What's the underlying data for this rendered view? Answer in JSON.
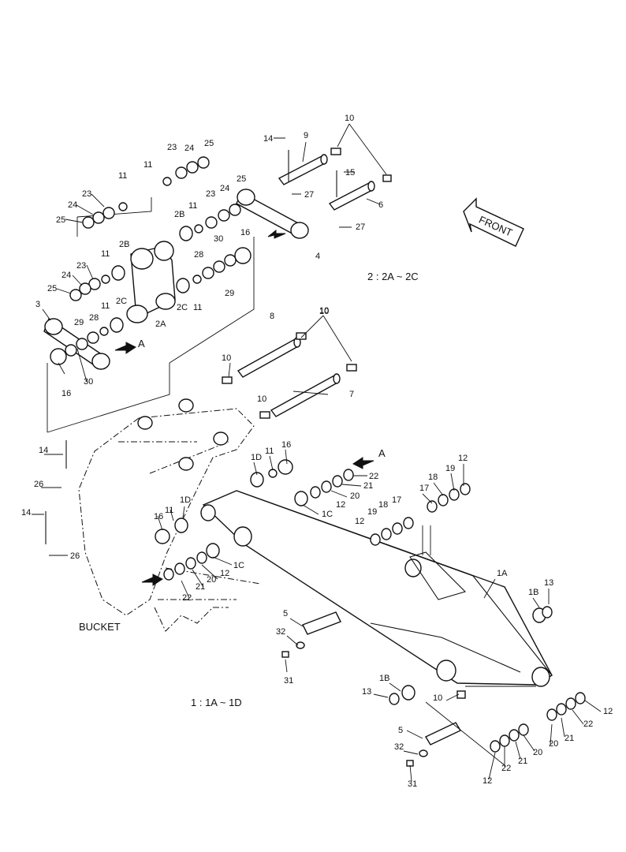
{
  "labels": {
    "front": "FRONT",
    "bucket": "BUCKET",
    "group_arm": "1 : 1A ~ 1D",
    "group_link": "2 : 2A ~ 2C",
    "view_a": "A"
  },
  "callouts": [
    {
      "id": "c01",
      "text": "10"
    },
    {
      "id": "c02",
      "text": "14"
    },
    {
      "id": "c03",
      "text": "9"
    },
    {
      "id": "c04",
      "text": "15"
    },
    {
      "id": "c05",
      "text": "27"
    },
    {
      "id": "c06",
      "text": "6"
    },
    {
      "id": "c07",
      "text": "27"
    },
    {
      "id": "c08",
      "text": "23"
    },
    {
      "id": "c09",
      "text": "24"
    },
    {
      "id": "c10",
      "text": "25"
    },
    {
      "id": "c11",
      "text": "11"
    },
    {
      "id": "c12",
      "text": "11"
    },
    {
      "id": "c13",
      "text": "23"
    },
    {
      "id": "c14",
      "text": "24"
    },
    {
      "id": "c15",
      "text": "25"
    },
    {
      "id": "c16",
      "text": "25"
    },
    {
      "id": "c17",
      "text": "24"
    },
    {
      "id": "c18",
      "text": "23"
    },
    {
      "id": "c19",
      "text": "2B"
    },
    {
      "id": "c20",
      "text": "11"
    },
    {
      "id": "c21",
      "text": "4"
    },
    {
      "id": "c22",
      "text": "2B"
    },
    {
      "id": "c23",
      "text": "11"
    },
    {
      "id": "c24",
      "text": "23"
    },
    {
      "id": "c25",
      "text": "24"
    },
    {
      "id": "c26",
      "text": "25"
    },
    {
      "id": "c27",
      "text": "30"
    },
    {
      "id": "c28",
      "text": "16"
    },
    {
      "id": "c29",
      "text": "28"
    },
    {
      "id": "c30",
      "text": "29"
    },
    {
      "id": "c31",
      "text": "3"
    },
    {
      "id": "c32",
      "text": "2C"
    },
    {
      "id": "c33",
      "text": "11"
    },
    {
      "id": "c34",
      "text": "29"
    },
    {
      "id": "c35",
      "text": "28"
    },
    {
      "id": "c36",
      "text": "2A"
    },
    {
      "id": "c37",
      "text": "2C"
    },
    {
      "id": "c38",
      "text": "11"
    },
    {
      "id": "c39",
      "text": "16"
    },
    {
      "id": "c40",
      "text": "30"
    },
    {
      "id": "c41",
      "text": "8"
    },
    {
      "id": "c42",
      "text": "10"
    },
    {
      "id": "c43",
      "text": "10"
    },
    {
      "id": "c44",
      "text": "7"
    },
    {
      "id": "c45",
      "text": "10"
    },
    {
      "id": "c46",
      "text": "14"
    },
    {
      "id": "c47",
      "text": "26"
    },
    {
      "id": "c48",
      "text": "14"
    },
    {
      "id": "c49",
      "text": "26"
    },
    {
      "id": "c50",
      "text": "1D"
    },
    {
      "id": "c51",
      "text": "11"
    },
    {
      "id": "c52",
      "text": "16"
    },
    {
      "id": "c53",
      "text": "22"
    },
    {
      "id": "c54",
      "text": "21"
    },
    {
      "id": "c55",
      "text": "20"
    },
    {
      "id": "c56",
      "text": "12"
    },
    {
      "id": "c57",
      "text": "1C"
    },
    {
      "id": "c58",
      "text": "12"
    },
    {
      "id": "c59",
      "text": "19"
    },
    {
      "id": "c60",
      "text": "18"
    },
    {
      "id": "c61",
      "text": "17"
    },
    {
      "id": "c62",
      "text": "18"
    },
    {
      "id": "c63",
      "text": "19"
    },
    {
      "id": "c64",
      "text": "17"
    },
    {
      "id": "c65",
      "text": "12"
    },
    {
      "id": "c66",
      "text": "16"
    },
    {
      "id": "c67",
      "text": "11"
    },
    {
      "id": "c68",
      "text": "1D"
    },
    {
      "id": "c69",
      "text": "12"
    },
    {
      "id": "c70",
      "text": "1C"
    },
    {
      "id": "c71",
      "text": "20"
    },
    {
      "id": "c72",
      "text": "21"
    },
    {
      "id": "c73",
      "text": "22"
    },
    {
      "id": "c74",
      "text": "1A"
    },
    {
      "id": "c75",
      "text": "1B"
    },
    {
      "id": "c76",
      "text": "13"
    },
    {
      "id": "c77",
      "text": "5"
    },
    {
      "id": "c78",
      "text": "32"
    },
    {
      "id": "c79",
      "text": "31"
    },
    {
      "id": "c80",
      "text": "1B"
    },
    {
      "id": "c81",
      "text": "13"
    },
    {
      "id": "c82",
      "text": "10"
    },
    {
      "id": "c83",
      "text": "12"
    },
    {
      "id": "c84",
      "text": "22"
    },
    {
      "id": "c85",
      "text": "21"
    },
    {
      "id": "c86",
      "text": "20"
    },
    {
      "id": "c87",
      "text": "5"
    },
    {
      "id": "c88",
      "text": "32"
    },
    {
      "id": "c89",
      "text": "20"
    },
    {
      "id": "c90",
      "text": "21"
    },
    {
      "id": "c91",
      "text": "22"
    },
    {
      "id": "c92",
      "text": "12"
    },
    {
      "id": "c93",
      "text": "31"
    },
    {
      "id": "c94",
      "text": "A"
    },
    {
      "id": "c95",
      "text": "A"
    },
    {
      "id": "c96",
      "text": "10"
    }
  ]
}
